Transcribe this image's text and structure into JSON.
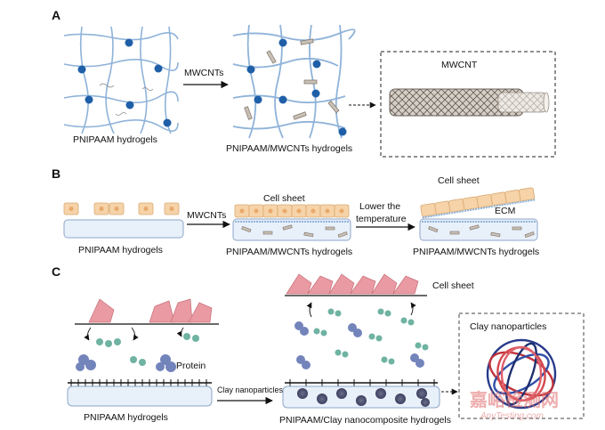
{
  "panels": {
    "a": {
      "letter": "A",
      "left_label": "PNIPAAM hydrogels",
      "arrow_label": "MWCNTs",
      "right_label": "PNIPAAM/MWCNTs hydrogels",
      "inset_title": "MWCNT"
    },
    "b": {
      "letter": "B",
      "left_label": "PNIPAAM hydrogels",
      "arrow1_label": "MWCNTs",
      "middle_top_label": "Cell sheet",
      "middle_label": "PNIPAAM/MWCNTs hydrogels",
      "arrow2_label_line1": "Lower the",
      "arrow2_label_line2": "temperature",
      "right_top_label": "Cell sheet",
      "ecm_label": "ECM",
      "right_label": "PNIPAAM/MWCNTs hydrogels"
    },
    "c": {
      "letter": "C",
      "protein_label": "Protein",
      "left_label": "PNIPAAM hydrogels",
      "arrow_label": "Clay nanoparticles",
      "cell_sheet_label": "Cell sheet",
      "right_label": "PNIPAAM/Clay nanocomposite hydrogels",
      "inset_title": "Clay nanoparticles"
    }
  },
  "watermark": {
    "main": "嘉峪检测网",
    "sub": "AnyTesting.com"
  },
  "colors": {
    "mesh": "#8fb3d9",
    "crosslink": "#1f5fa8",
    "cell_fill": "#f6d3a8",
    "nucleus": "#e9a96c",
    "gel_fill": "#e8f0fa",
    "gel_stroke": "#8ea6c8",
    "cnt": "#8a7f74",
    "red_cell": "#e99aa2",
    "watermark": "#e06b6b"
  }
}
